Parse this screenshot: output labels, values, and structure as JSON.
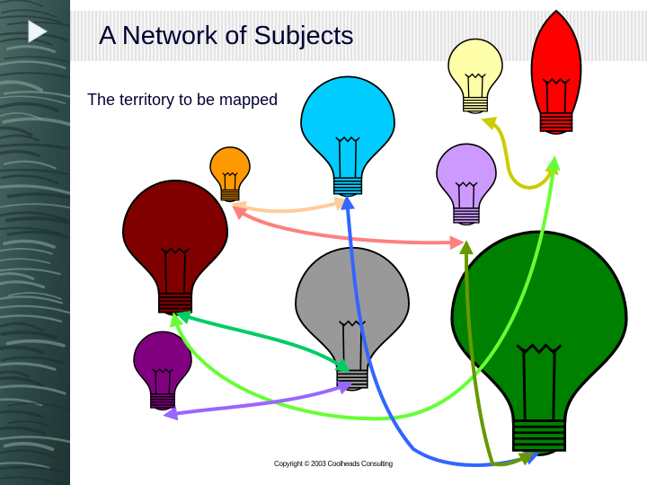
{
  "slide": {
    "title": "A Network of Subjects",
    "subtitle": "The territory to be mapped",
    "copyright": "Copyright © 2003 Coolheads Consulting"
  },
  "icons": {
    "nav": "play-triangle-icon",
    "node": "light-bulb-icon"
  },
  "colors": {
    "title_text": "#000033",
    "background_panel": "#2e4a48",
    "title_bar": "#ececec",
    "bulbs": {
      "light-yellow": "#ffffaa",
      "red": "#ff0000",
      "cyan": "#00ccff",
      "orange": "#ff9900",
      "lavender": "#cc99ff",
      "dark-red": "#800000",
      "gray": "#999999",
      "green": "#008000",
      "purple": "#800080"
    }
  },
  "nodes": [
    {
      "id": "light-yellow",
      "color": "#ffffaa"
    },
    {
      "id": "red",
      "color": "#ff0000"
    },
    {
      "id": "cyan",
      "color": "#00ccff"
    },
    {
      "id": "orange",
      "color": "#ff9900"
    },
    {
      "id": "lavender",
      "color": "#cc99ff"
    },
    {
      "id": "dark-red",
      "color": "#800000"
    },
    {
      "id": "gray",
      "color": "#999999"
    },
    {
      "id": "green",
      "color": "#008000"
    },
    {
      "id": "purple",
      "color": "#800080"
    }
  ],
  "edges": [
    {
      "id": "orange-cyan",
      "from": "orange",
      "to": "cyan",
      "color": "#ffcc99",
      "direction": "both"
    },
    {
      "id": "dark-red-lavender",
      "from": "dark-red",
      "to": "lavender",
      "color": "#ff8080",
      "direction": "both"
    },
    {
      "id": "red-light-yellow",
      "from": "red",
      "to": "light-yellow",
      "color": "#cccc00",
      "direction": "both"
    },
    {
      "id": "dark-red-gray",
      "from": "dark-red",
      "to": "gray",
      "color": "#00cc66",
      "direction": "both"
    },
    {
      "id": "dark-red-red",
      "from": "dark-red",
      "to": "red",
      "color": "#66ff33",
      "direction": "both"
    },
    {
      "id": "purple-gray",
      "from": "purple",
      "to": "gray",
      "color": "#9966ff",
      "direction": "both"
    },
    {
      "id": "cyan-green",
      "from": "cyan",
      "to": "green",
      "color": "#3366ff",
      "direction": "both"
    },
    {
      "id": "lavender-green",
      "from": "lavender",
      "to": "green",
      "color": "#669900",
      "direction": "both"
    }
  ]
}
